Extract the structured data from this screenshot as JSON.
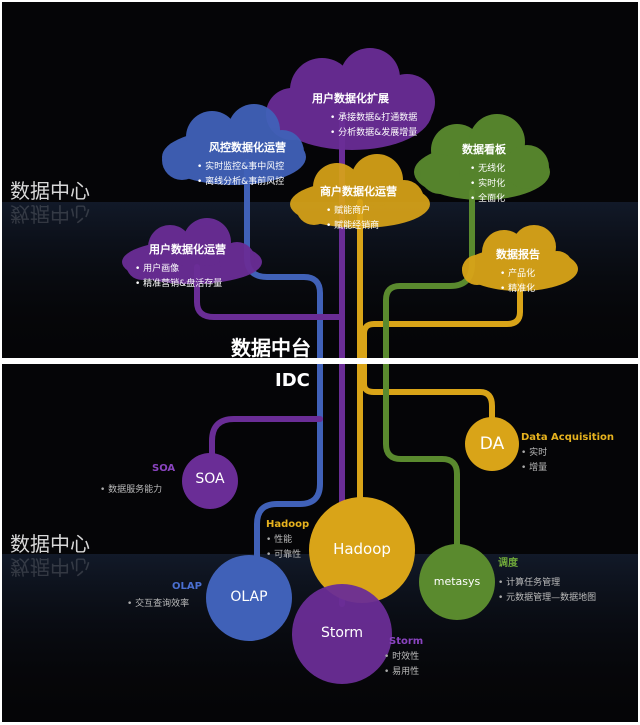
{
  "colors": {
    "blue": "#4061b8",
    "purple": "#6a2d96",
    "olive": "#5a8a2e",
    "gold": "#d9a418",
    "bluelabel": "#4a6fd0",
    "purplelabel": "#8a44c0",
    "greenlabel": "#6fa83a",
    "goldlabel": "#e6b21e"
  },
  "top": {
    "section_label": "数据中心",
    "platform_label": "数据中台",
    "clouds": [
      {
        "title": "用户数据化扩展",
        "items": [
          "承接数据&打通数据",
          "分析数据&发展增量"
        ],
        "color": "purple"
      },
      {
        "title": "风控数据化运营",
        "items": [
          "实时监控&事中风控",
          "离线分析&事前风控"
        ],
        "color": "blue"
      },
      {
        "title": "数据看板",
        "items": [
          "无线化",
          "实时化",
          "全面化"
        ],
        "color": "olive"
      },
      {
        "title": "商户数据化运营",
        "items": [
          "赋能商户",
          "赋能经销商"
        ],
        "color": "gold"
      },
      {
        "title": "用户数据化运营",
        "items": [
          "用户画像",
          "精准营销&盘活存量"
        ],
        "color": "purple"
      },
      {
        "title": "数据报告",
        "items": [
          "产品化",
          "精准化"
        ],
        "color": "gold"
      }
    ]
  },
  "bottom": {
    "idc_label": "IDC",
    "section_label": "数据中心",
    "nodes": [
      {
        "name": "DA",
        "label": "Data Acquisition",
        "items": [
          "实时",
          "增量"
        ],
        "color": "gold"
      },
      {
        "name": "SOA",
        "label": "SOA",
        "items": [
          "数据服务能力"
        ],
        "color": "purple"
      },
      {
        "name": "Hadoop",
        "label": "Hadoop",
        "items": [
          "性能",
          "可靠性"
        ],
        "color": "gold"
      },
      {
        "name": "metasys",
        "label": "调度",
        "items": [
          "计算任务管理",
          "元数据管理—数据地图"
        ],
        "color": "olive"
      },
      {
        "name": "OLAP",
        "label": "OLAP",
        "items": [
          "交互查询效率"
        ],
        "color": "blue"
      },
      {
        "name": "Storm",
        "label": "Storm",
        "items": [
          "时效性",
          "易用性"
        ],
        "color": "purple"
      }
    ]
  }
}
